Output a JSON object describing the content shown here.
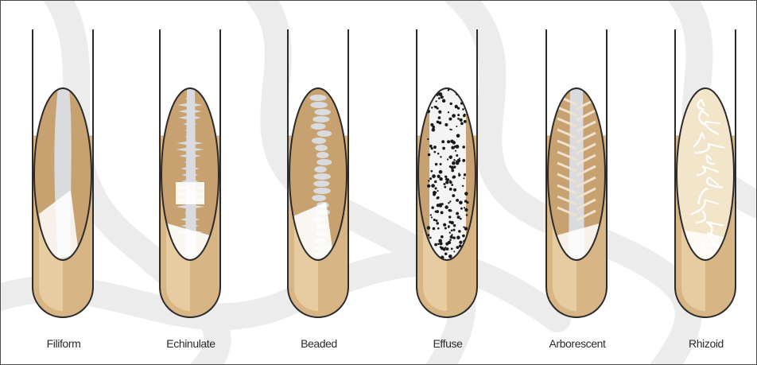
{
  "colors": {
    "agar": "#d8b584",
    "agar_light": "#ecd6ad",
    "slant": "#c8a170",
    "growth": "#d9dbdf",
    "outline": "#2b2b2b",
    "watermark": "#e6e6e6",
    "dots": "#1a1a1a"
  },
  "tubes": [
    {
      "label": "Filiform",
      "growth": "filiform"
    },
    {
      "label": "Echinulate",
      "growth": "echinulate"
    },
    {
      "label": "Beaded",
      "growth": "beaded"
    },
    {
      "label": "Effuse",
      "growth": "effuse"
    },
    {
      "label": "Arborescent",
      "growth": "arborescent"
    },
    {
      "label": "Rhizoid",
      "growth": "rhizoid"
    }
  ]
}
